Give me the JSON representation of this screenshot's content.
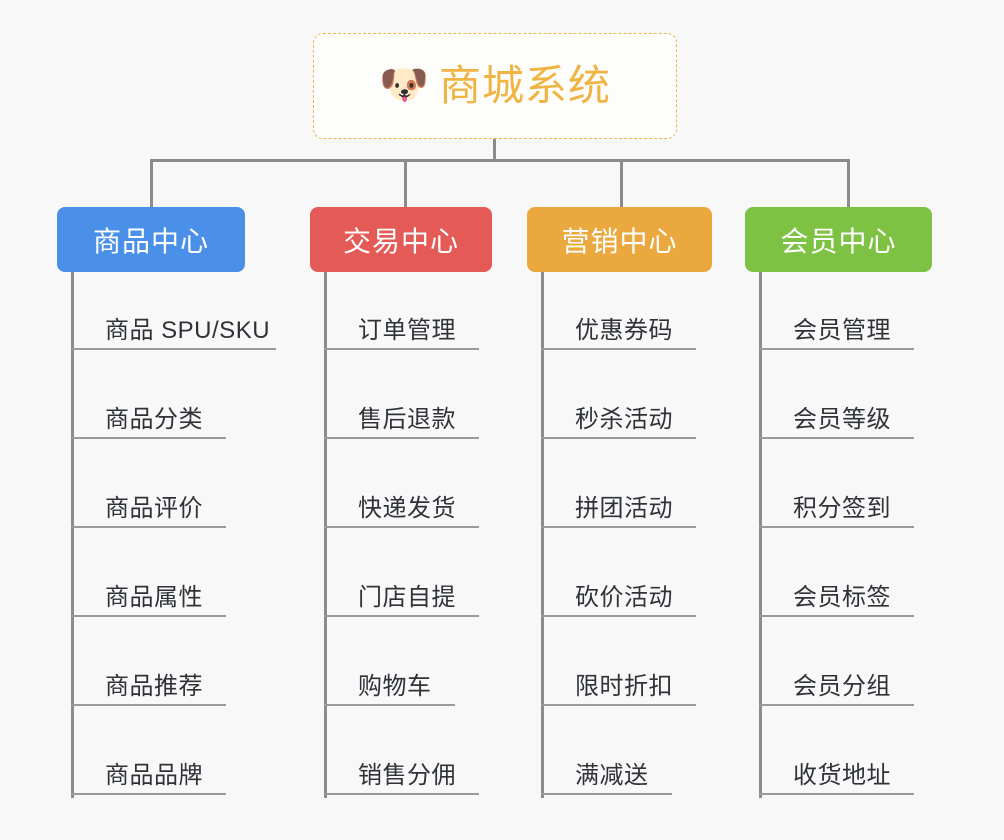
{
  "background_color": "#f8f8f9",
  "root": {
    "icon": "shiba-dog-face-icon",
    "emoji": "🐶",
    "title": "商城系统",
    "text_color": "#f0b443",
    "border_color": "#eab94e"
  },
  "connector_color": "#8c8c8c",
  "branches": [
    {
      "label": "商品中心",
      "color": "#4a90e8",
      "items": [
        "商品 SPU/SKU",
        "商品分类",
        "商品评价",
        "商品属性",
        "商品推荐",
        "商品品牌"
      ]
    },
    {
      "label": "交易中心",
      "color": "#e35a56",
      "items": [
        "订单管理",
        "售后退款",
        "快递发货",
        "门店自提",
        "购物车",
        "销售分佣"
      ]
    },
    {
      "label": "营销中心",
      "color": "#eaa83f",
      "items": [
        "优惠券码",
        "秒杀活动",
        "拼团活动",
        "砍价活动",
        "限时折扣",
        "满减送"
      ]
    },
    {
      "label": "会员中心",
      "color": "#7dc242",
      "items": [
        "会员管理",
        "会员等级",
        "积分签到",
        "会员标签",
        "会员分组",
        "收货地址"
      ]
    }
  ]
}
